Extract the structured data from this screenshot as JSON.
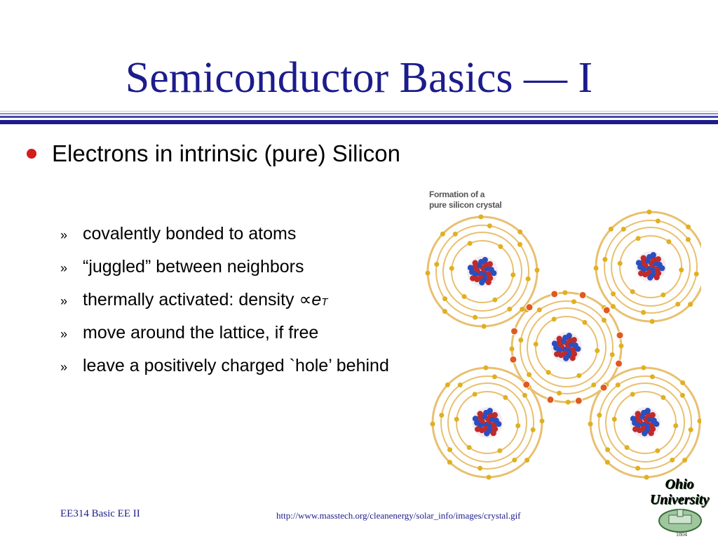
{
  "slide": {
    "title": "Semiconductor Basics — I",
    "bullet": "Electrons in intrinsic (pure) Silicon",
    "chevron": "»",
    "subitems": [
      "covalently bonded to atoms",
      "“juggled” between neighbors",
      "thermally activated: density ∝ ",
      "move around the lattice, if free",
      "leave a positively charged `hole’ behind"
    ],
    "formula_base": "e",
    "formula_exp": "T"
  },
  "figure": {
    "caption_line1": "Formation of a",
    "caption_line2": "pure silicon crystal",
    "atom_count": 5
  },
  "footer": {
    "course": "EE314 Basic EE II",
    "url": "http://www.masstech.org/cleanenergy/solar_info/images/crystal.gif"
  },
  "logo": {
    "line1": "Ohio",
    "line2": "University",
    "year": "1804"
  },
  "colors": {
    "title": "#1c1c8c",
    "bullet_dot": "#d21e1e",
    "shell_ring": "#e8c070",
    "electron": "#e0b020",
    "shared_electron": "#e05a20",
    "proton": "#c02a2a",
    "neutron": "#2a4fc0"
  }
}
